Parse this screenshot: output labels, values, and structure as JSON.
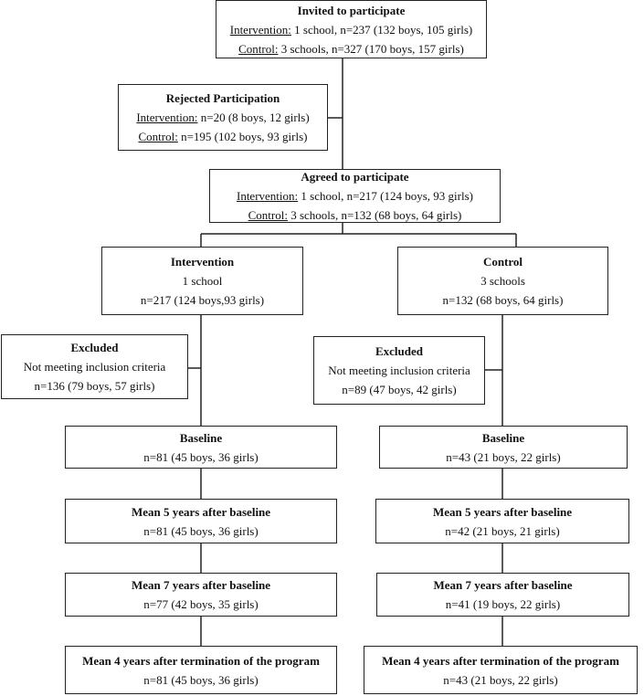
{
  "invited": {
    "title": "Invited  to participate",
    "line1_label": "Intervention:",
    "line1_text": " 1 school, n=237  (132  boys, 105 girls)",
    "line2_label": "Control:",
    "line2_text": " 3 schools, n=327  (170  boys, 157 girls)"
  },
  "rejected": {
    "title": "Rejected Participation",
    "line1_label": "Intervention:",
    "line1_text": " n=20  (8 boys, 12 girls)",
    "line2_label": "Control:",
    "line2_text": " n=195  (102 boys, 93 girls)"
  },
  "agreed": {
    "title": "Agreed to participate",
    "line1_label": "Intervention:",
    "line1_text": " 1 school, n=217  (124  boys, 93 girls)",
    "line2_label": "Control:",
    "line2_text": " 3 schools, n=132  (68 boys, 64 girls)"
  },
  "arm_intervention": {
    "title": "Intervention",
    "line1": "1 school",
    "line2": "n=217  (124 boys,93 girls)"
  },
  "arm_control": {
    "title": "Control",
    "line1": "3 schools",
    "line2": "n=132  (68 boys, 64 girls)"
  },
  "excluded_left": {
    "title": "Excluded",
    "line1": "Not meeting  inclusion criteria",
    "line2": "n=136 (79 boys, 57 girls)"
  },
  "excluded_right": {
    "title": "Excluded",
    "line1": "Not meeting  inclusion criteria",
    "line2": "n=89  (47 boys, 42 girls)"
  },
  "left_steps": [
    {
      "title": "Baseline",
      "text": "n=81  (45 boys, 36 girls)"
    },
    {
      "title": "Mean  5 years after baseline",
      "text": "n=81  (45 boys, 36 girls)"
    },
    {
      "title": "Mean  7 years after baseline",
      "text": "n=77  (42 boys, 35 girls)"
    },
    {
      "title": "Mean  4 years after termination  of the program",
      "text": "n=81  (45 boys, 36 girls)"
    }
  ],
  "right_steps": [
    {
      "title": "Baseline",
      "text": "n=43  (21 boys, 22 girls)"
    },
    {
      "title": "Mean  5 years after baseline",
      "text": "n=42  (21 boys, 21 girls)"
    },
    {
      "title": "Mean  7 years after baseline",
      "text": "n=41  (19 boys, 22 girls)"
    },
    {
      "title": "Mean  4 years after termination  of the program",
      "text": "n=43  (21 boys, 22 girls)"
    }
  ]
}
